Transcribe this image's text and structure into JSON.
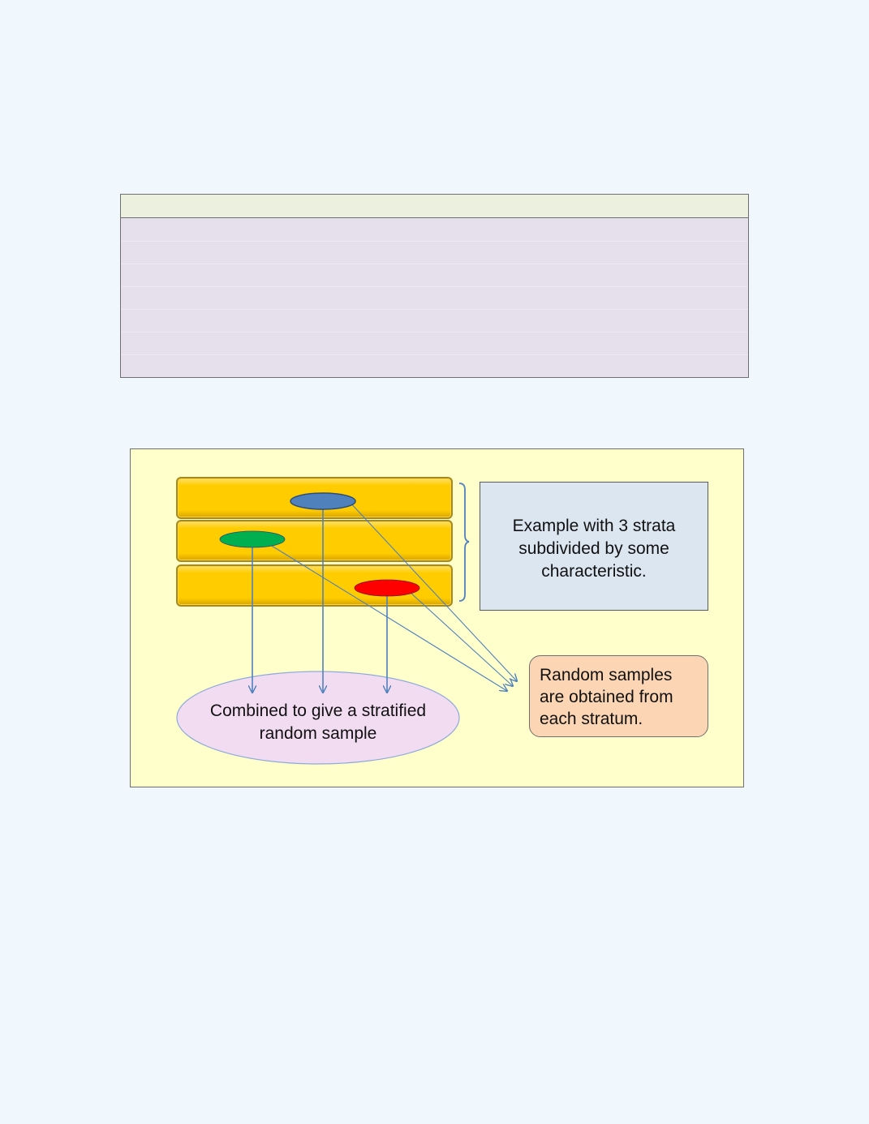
{
  "diagram": {
    "info_label": "Example with  3 strata\nsubdivided by some\ncharacteristic.",
    "samples_label": "Random samples\nare obtained from\neach stratum.",
    "combined_label": "Combined to give a stratified\nrandom sample",
    "strata_count": 3,
    "colors": {
      "page_background": "#f1f8fd",
      "table_header": "#ebf1de",
      "table_body": "#e5e0ec",
      "frame_background": "#ffffcc",
      "stratum_fill": "#ffcc00",
      "info_box": "#dce6f1",
      "samples_box": "#fcd5b4",
      "combined_ellipse": "#f2dcf2",
      "arrow": "#4f81bd",
      "sample_blue": "#4f81bd",
      "sample_green": "#00b050",
      "sample_red": "#ff0000"
    }
  }
}
